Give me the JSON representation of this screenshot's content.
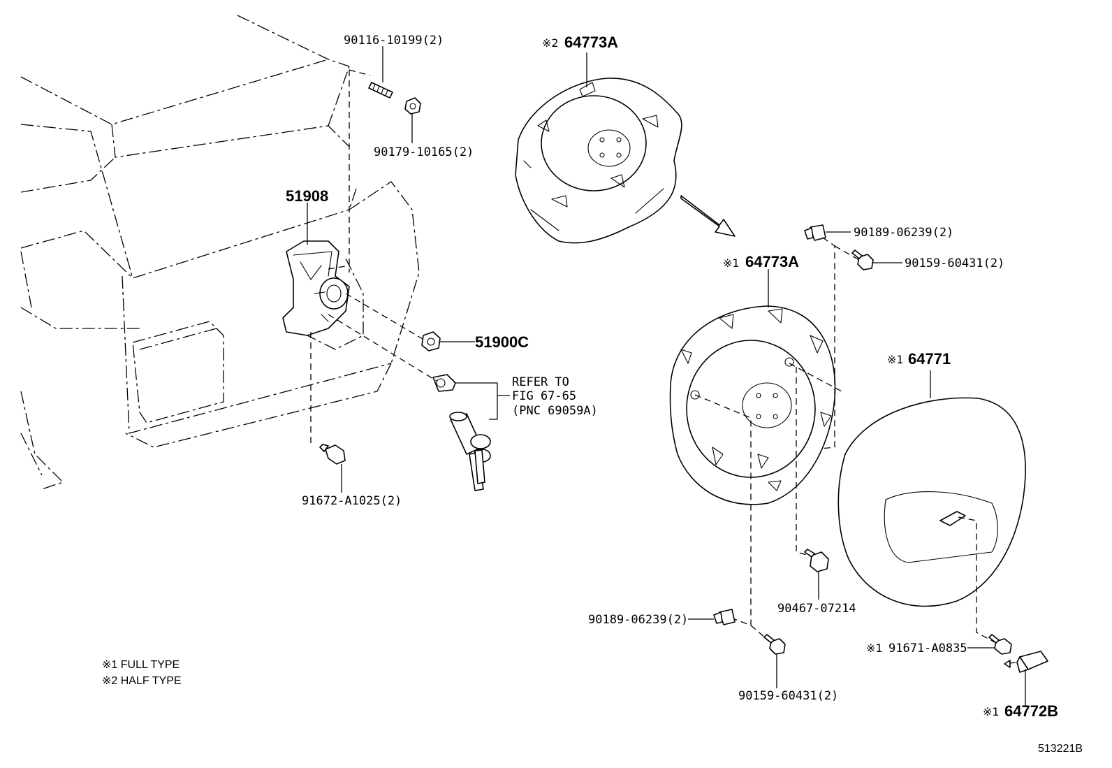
{
  "labels": {
    "p_90116": "90116-10199(2)",
    "p_90179": "90179-10165(2)",
    "p_51908": "51908",
    "p_51900c": "51900C",
    "refer_line1": "REFER TO",
    "refer_line2": "FIG 67-65",
    "refer_line3": "(PNC 69059A)",
    "p_91672": "91672-A1025(2)",
    "p_64773a_half_mark": "※2",
    "p_64773a_half": "64773A",
    "p_64773a_full_mark": "※1",
    "p_64773a_full": "64773A",
    "p_90189_top": "90189-06239(2)",
    "p_90159_top": "90159-60431(2)",
    "p_64771_mark": "※1",
    "p_64771": "64771",
    "p_90467": "90467-07214",
    "p_90189_bottom": "90189-06239(2)",
    "p_90159_bottom": "90159-60431(2)",
    "p_91671_mark": "※1",
    "p_91671": "91671-A0835",
    "p_64772b_mark": "※1",
    "p_64772b": "64772B"
  },
  "notes": {
    "full_type": "※1 FULL TYPE",
    "half_type": "※2 HALF TYPE"
  },
  "figure_id": "513221B"
}
